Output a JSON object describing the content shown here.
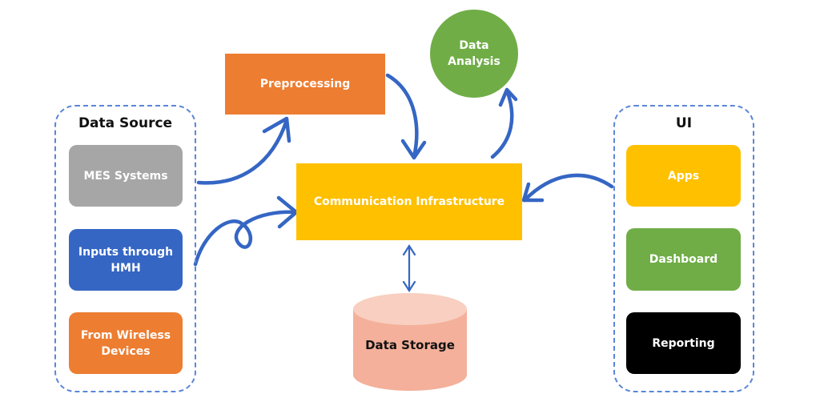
{
  "diagram": {
    "groups": {
      "data_source": {
        "title": "Data Source",
        "items": [
          {
            "label": "MES Systems",
            "color": "#a6a6a6"
          },
          {
            "label": "Inputs through HMH",
            "color": "#3566c4"
          },
          {
            "label": "From Wireless Devices",
            "color": "#ed7d31"
          }
        ]
      },
      "ui": {
        "title": "UI",
        "items": [
          {
            "label": "Apps",
            "color": "#ffc000"
          },
          {
            "label": "Dashboard",
            "color": "#70ad47"
          },
          {
            "label": "Reporting",
            "color": "#000000"
          }
        ]
      }
    },
    "nodes": {
      "preprocessing": {
        "label": "Preprocessing",
        "color": "#ed7d31"
      },
      "communication_infrastructure": {
        "label": "Communication Infrastructure",
        "color": "#ffc000"
      },
      "data_analysis": {
        "label": "Data Analysis",
        "color": "#70ad47"
      },
      "data_storage": {
        "label": "Data Storage",
        "color": "#f4b09a"
      }
    },
    "edges": [
      {
        "from": "MES Systems",
        "to": "Preprocessing"
      },
      {
        "from": "Inputs through HMH",
        "to": "Communication Infrastructure"
      },
      {
        "from": "Preprocessing",
        "to": "Communication Infrastructure"
      },
      {
        "from": "Communication Infrastructure",
        "to": "Data Analysis"
      },
      {
        "from": "UI",
        "to": "Communication Infrastructure"
      },
      {
        "from": "Communication Infrastructure",
        "to": "Data Storage",
        "bidirectional": true
      }
    ],
    "connector_color": "#3566c4",
    "group_border_color": "#5b86d6"
  }
}
